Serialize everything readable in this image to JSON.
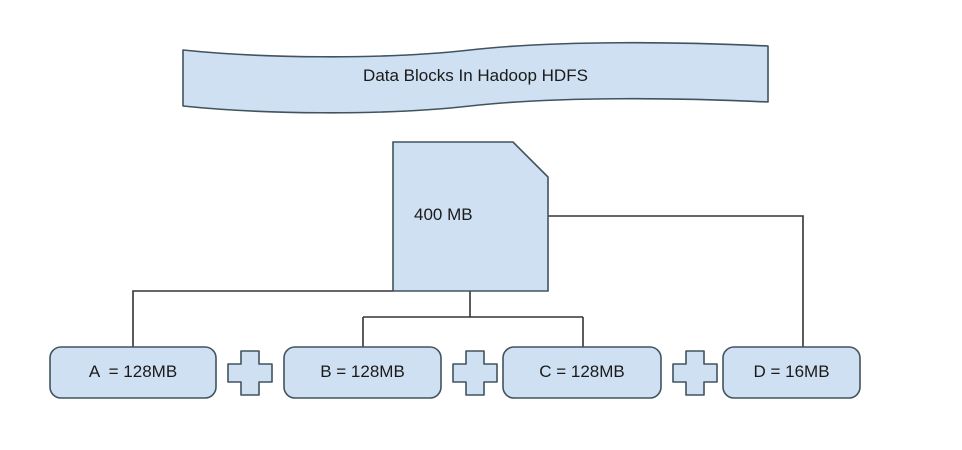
{
  "diagram": {
    "title_banner": {
      "text": "Data Blocks In Hadoop HDFS",
      "shape": "wave-banner",
      "fill": "#cfe0f2",
      "stroke": "#41535f"
    },
    "source_node": {
      "text": "400 MB",
      "shape": "document-cut-corner",
      "fill": "#cfe0f2",
      "stroke": "#41535f"
    },
    "blocks": [
      {
        "id": "a",
        "text": "A  = 128MB",
        "shape": "rounded-rect",
        "fill": "#cfe0f2",
        "stroke": "#41535f"
      },
      {
        "id": "b",
        "text": "B = 128MB",
        "shape": "rounded-rect",
        "fill": "#cfe0f2",
        "stroke": "#41535f"
      },
      {
        "id": "c",
        "text": "C = 128MB",
        "shape": "rounded-rect",
        "fill": "#cfe0f2",
        "stroke": "#41535f"
      },
      {
        "id": "d",
        "text": "D = 16MB",
        "shape": "rounded-rect",
        "fill": "#cfe0f2",
        "stroke": "#41535f"
      }
    ],
    "operators": [
      {
        "id": "plus-1",
        "symbol": "+",
        "shape": "cross",
        "fill": "#cfe0f2",
        "stroke": "#41535f"
      },
      {
        "id": "plus-2",
        "symbol": "+",
        "shape": "cross",
        "fill": "#cfe0f2",
        "stroke": "#41535f"
      },
      {
        "id": "plus-3",
        "symbol": "+",
        "shape": "cross",
        "fill": "#cfe0f2",
        "stroke": "#41535f"
      }
    ],
    "connectors": [
      {
        "id": "connector-to-a",
        "from": "source_node",
        "to": "a"
      },
      {
        "id": "connector-to-b",
        "from": "source_node",
        "to": "b"
      },
      {
        "id": "connector-to-c",
        "from": "source_node",
        "to": "c"
      },
      {
        "id": "connector-to-d",
        "from": "source_node",
        "to": "d"
      }
    ],
    "colors": {
      "shape_fill": "#cfe0f2",
      "shape_stroke": "#41535f",
      "connector_stroke": "#333333",
      "text": "#1a1a1a",
      "background": "#ffffff"
    }
  }
}
